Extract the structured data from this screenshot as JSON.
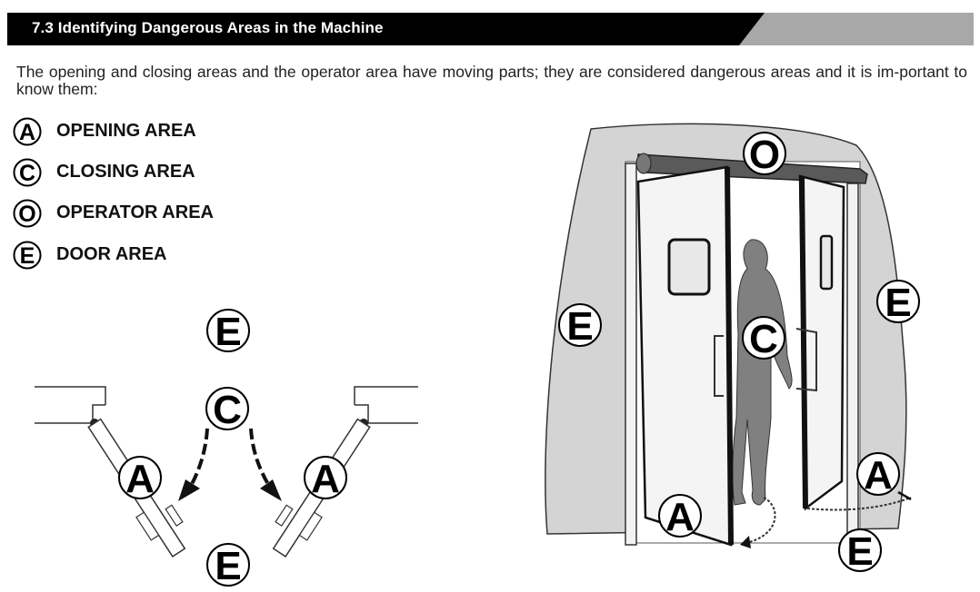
{
  "section": {
    "title": "7.3  Identifying Dangerous Areas in the Machine"
  },
  "intro_text": "The opening and closing areas and the operator area have moving parts; they are considered dangerous areas and it is im-portant to know them:",
  "legend": [
    {
      "letter": "A",
      "label": "OPENING AREA"
    },
    {
      "letter": "C",
      "label": "CLOSING AREA"
    },
    {
      "letter": "O",
      "label": "OPERATOR AREA"
    },
    {
      "letter": "E",
      "label": "DOOR AREA"
    }
  ],
  "plan_diagram": {
    "labels": {
      "top": "E",
      "center": "C",
      "left": "A",
      "right": "A",
      "bottom": "E"
    }
  },
  "door_illustration": {
    "labels": {
      "operator": "O",
      "left_wall": "E",
      "right_wall": "E",
      "closing": "C",
      "left_opening": "A",
      "right_opening": "A",
      "floor": "E"
    }
  }
}
